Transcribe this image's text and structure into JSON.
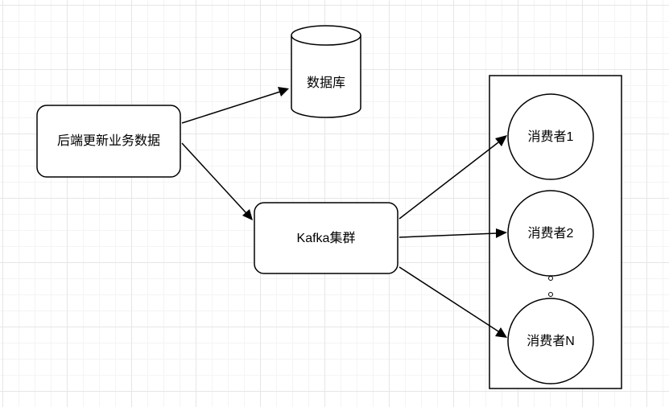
{
  "nodes": {
    "backend": {
      "label": "后端更新业务数据"
    },
    "database": {
      "label": "数据库"
    },
    "kafka": {
      "label": "Kafka集群"
    },
    "consumer1": {
      "label": "消费者1"
    },
    "consumer2": {
      "label": "消费者2"
    },
    "consumerN": {
      "label": "消费者N"
    }
  },
  "edges": [
    {
      "from": "backend",
      "to": "database"
    },
    {
      "from": "backend",
      "to": "kafka"
    },
    {
      "from": "kafka",
      "to": "consumer1"
    },
    {
      "from": "kafka",
      "to": "consumer2"
    },
    {
      "from": "kafka",
      "to": "consumerN"
    }
  ],
  "colors": {
    "stroke": "#000000",
    "fill": "#ffffff",
    "grid": "#e6e6e6"
  }
}
